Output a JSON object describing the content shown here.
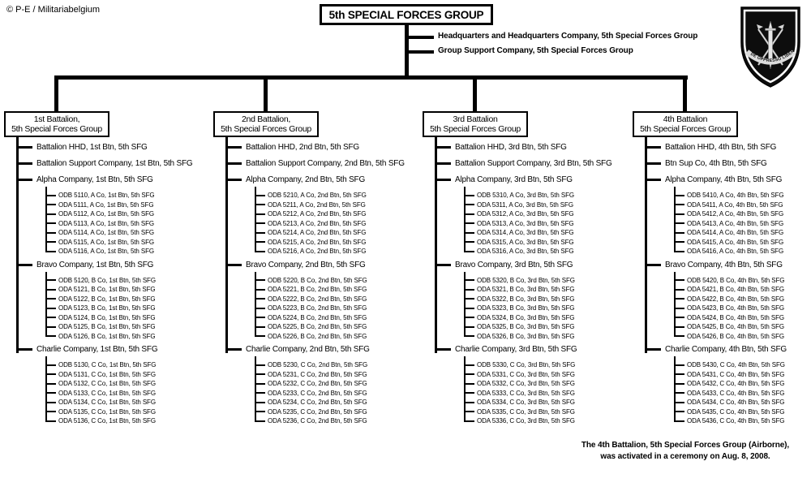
{
  "copyright": "© P-E / Militariabelgium",
  "group": {
    "title": "5th SPECIAL FORCES GROUP",
    "units": [
      "Headquarters and Headquarters Company,  5th Special Forces Group",
      "Group Support Company,  5th Special Forces Group"
    ]
  },
  "insignia": {
    "motto": "DE OPPRESSO LIBER"
  },
  "footnote": {
    "line1": "The 4th Battalion, 5th Special Forces Group (Airborne),",
    "line2": "was activated in a ceremony on Aug. 8, 2008."
  },
  "colors": {
    "line": "#000000",
    "background": "#ffffff",
    "text": "#000000"
  },
  "battalions": [
    {
      "name_line1": "1st Battalion,",
      "name_line2": "5th Special Forces Group",
      "hhd": "Battalion HHD, 1st Btn, 5th SFG",
      "support": "Battalion  Support Company, 1st Btn, 5th SFG",
      "companies": [
        {
          "name": "Alpha Company, 1st Btn, 5th SFG",
          "units": [
            "ODB 5110, A Co, 1st Btn, 5th SFG",
            "ODA 5111, A Co, 1st Btn, 5th SFG",
            "ODA 5112, A Co, 1st Btn, 5th SFG",
            "ODA 5113, A Co, 1st Btn, 5th SFG",
            "ODA 5114, A Co, 1st Btn, 5th SFG",
            "ODA 5115, A Co, 1st Btn, 5th SFG",
            "ODA 5116, A Co, 1st Btn, 5th SFG"
          ]
        },
        {
          "name": "Bravo Company, 1st Btn, 5th SFG",
          "units": [
            "ODB 5120, B Co, 1st Btn, 5th SFG",
            "ODA 5121, B Co, 1st Btn, 5th SFG",
            "ODA 5122, B Co, 1st Btn, 5th SFG",
            "ODA 5123, B Co, 1st Btn, 5th SFG",
            "ODA 5124, B Co, 1st Btn, 5th SFG",
            "ODA 5125, B Co, 1st Btn, 5th SFG",
            "ODA 5126, B Co, 1st Btn, 5th SFG"
          ]
        },
        {
          "name": "Charlie Company, 1st Btn, 5th SFG",
          "units": [
            "ODB 5130, C Co, 1st Btn, 5th SFG",
            "ODA 5131, C Co, 1st Btn, 5th SFG",
            "ODA 5132, C Co, 1st Btn, 5th SFG",
            "ODA 5133, C Co, 1st Btn, 5th SFG",
            "ODA 5134, C Co, 1st Btn, 5th SFG",
            "ODA 5135, C Co, 1st Btn, 5th SFG",
            "ODA 5136, C Co, 1st Btn, 5th SFG"
          ]
        }
      ]
    },
    {
      "name_line1": "2nd Battalion,",
      "name_line2": "5th Special Forces Group",
      "hhd": "Battalion HHD, 2nd Btn, 5th SFG",
      "support": "Battalion  Support Company, 2nd Btn, 5th SFG",
      "companies": [
        {
          "name": "Alpha Company, 2nd Btn, 5th SFG",
          "units": [
            "ODB 5210, A Co, 2nd Btn,  5th SFG",
            "ODA 5211, A Co, 2nd Btn,  5th SFG",
            "ODA 5212, A Co, 2nd Btn,  5th SFG",
            "ODA 5213, A Co, 2nd Btn,  5th SFG",
            "ODA 5214, A Co, 2nd Btn,  5th SFG",
            "ODA 5215, A Co, 2nd Btn,  5th SFG",
            "ODA 5216, A Co, 2nd Btn,  5th SFG"
          ]
        },
        {
          "name": "Bravo Company, 2nd Btn, 5th SFG",
          "units": [
            "ODB 5220, B Co, 2nd Btn, 5th SFG",
            "ODA 5221, B Co, 2nd Btn, 5th SFG",
            "ODA 5222, B Co, 2nd Btn, 5th SFG",
            "ODA 5223, B Co, 2nd Btn, 5th SFG",
            "ODA 5224, B Co, 2nd Btn, 5th SFG",
            "ODA 5225, B Co, 2nd Btn, 5th SFG",
            "ODA 5226, B Co, 2nd Btn, 5th SFG"
          ]
        },
        {
          "name": "Charlie Company, 2nd Btn, 5th SFG",
          "units": [
            "ODB 5230, C Co, 2nd Btn, 5th SFG",
            "ODA 5231, C Co, 2nd Btn, 5th SFG",
            "ODA 5232, C Co, 2nd Btn, 5th SFG",
            "ODA 5233, C Co, 2nd Btn, 5th SFG",
            "ODA 5234, C Co, 2nd Btn, 5th SFG",
            "ODA 5235, C Co, 2nd Btn, 5th SFG",
            "ODA 5236, C Co, 2nd Btn, 5th SFG"
          ]
        }
      ]
    },
    {
      "name_line1": "3rd Battalion",
      "name_line2": "5th Special Forces Group",
      "hhd": "Battalion HHD,  3rd Btn, 5th SFG",
      "support": "Battalion  Support Company, 3rd Btn,  5th SFG",
      "companies": [
        {
          "name": "Alpha Company, 3rd Btn, 5th SFG",
          "units": [
            "ODB 5310, A Co, 3rd Btn, 5th SFG",
            "ODA 5311, A Co, 3rd Btn, 5th SFG",
            "ODA 5312, A Co, 3rd Btn, 5th SFG",
            "ODA 5313, A Co, 3rd Btn, 5th SFG",
            "ODA 5314, A Co, 3rd Btn, 5th SFG",
            "ODA 5315, A Co, 3rd Btn, 5th SFG",
            "ODA 5316, A Co, 3rd Btn, 5th SFG"
          ]
        },
        {
          "name": "Bravo Company, 3rd Btn, 5th SFG",
          "units": [
            "ODB 5320, B Co, 3rd Btn, 5th SFG",
            "ODA 5321, B Co, 3rd Btn, 5th SFG",
            "ODA 5322, B Co, 3rd Btn, 5th SFG",
            "ODA 5323, B Co, 3rd Btn, 5th SFG",
            "ODA 5324, B Co, 3rd Btn, 5th SFG",
            "ODA 5325, B Co, 3rd Btn, 5th SFG",
            "ODA 5326, B Co, 3rd Btn, 5th SFG"
          ]
        },
        {
          "name": "Charlie Company, 3rd Btn, 5th SFG",
          "units": [
            "ODB 5330, C Co, 3rd Btn, 5th SFG",
            "ODA 5331, C Co, 3rd Btn, 5th SFG",
            "ODA 5332, C Co, 3rd Btn, 5th SFG",
            "ODA 5333, C Co, 3rd Btn, 5th SFG",
            "ODA 5334, C Co, 3rd Btn, 5th SFG",
            "ODA 5335, C Co, 3rd Btn, 5th SFG",
            "ODA 5336, C Co, 3rd Btn, 5th SFG"
          ]
        }
      ]
    },
    {
      "name_line1": "4th Battalion",
      "name_line2": "5th Special Forces Group",
      "hhd": "Battalion HHD, 4th Btn, 5th SFG",
      "support": "Btn  Sup Co, 4th Btn, 5th SFG",
      "companies": [
        {
          "name": "Alpha Company, 4th Btn, 5th SFG",
          "units": [
            "ODB 5410, A Co, 4th Btn, 5th SFG",
            "ODA 5411, A Co, 4th Btn, 5th SFG",
            "ODA 5412, A Co, 4th Btn, 5th SFG",
            "ODA 5413, A Co, 4th Btn, 5th SFG",
            "ODA 5414, A Co, 4th Btn, 5th SFG",
            "ODA 5415, A Co, 4th Btn, 5th SFG",
            "ODA 5416, A Co, 4th Btn, 5th SFG"
          ]
        },
        {
          "name": "Bravo Company, 4th Btn, 5th SFG",
          "units": [
            "ODB 5420, B Co, 4th Btn, 5th SFG",
            "ODA 5421, B Co, 4th Btn, 5th SFG",
            "ODA 5422, B Co, 4th Btn, 5th SFG",
            "ODA 5423, B Co, 4th Btn, 5th SFG",
            "ODA 5424, B Co, 4th Btn, 5th SFG",
            "ODA 5425, B Co, 4th Btn, 5th SFG",
            "ODA 5426, B Co, 4th Btn, 5th SFG"
          ]
        },
        {
          "name": "Charlie Company, 4th Btn, 5th SFG",
          "units": [
            "ODB 5430, C Co, 4th Btn, 5th SFG",
            "ODA 5431, C Co, 4th Btn, 5th SFG",
            "ODA 5432, C Co, 4th Btn, 5th SFG",
            "ODA 5433, C Co, 4th Btn, 5th SFG",
            "ODA 5434, C Co, 4th Btn, 5th SFG",
            "ODA 5435, C Co, 4th Btn, 5th SFG",
            "ODA 5436, C Co, 4th Btn, 5th SFG"
          ]
        }
      ]
    }
  ]
}
